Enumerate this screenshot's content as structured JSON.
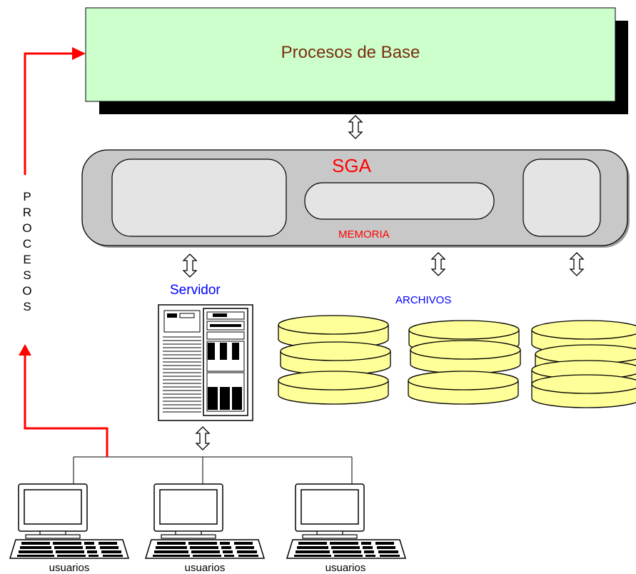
{
  "labels": {
    "procesos_de_base": "Procesos de Base",
    "sga": "SGA",
    "memoria": "MEMORIA",
    "servidor": "Servidor",
    "archivos": "ARCHIVOS",
    "procesos_vertical": "PROCESOS",
    "users": [
      "usuarios",
      "usuarios",
      "usuarios"
    ]
  },
  "colors": {
    "procesos_box_fill": "#ccffcc",
    "procesos_text": "#7a2e0e",
    "sga_fill": "#c8c8c8",
    "sga_text": "#ff0000",
    "memoria_text": "#ff0000",
    "servidor_text": "#0000ff",
    "archivos_text": "#0000ff",
    "disk_fill": "#ffff99",
    "arrow_red": "#ff0000",
    "shadow": "#000000"
  },
  "icons": [
    "double-arrow-icon",
    "server-icon",
    "disk-icon",
    "computer-icon",
    "red-arrow-icon"
  ]
}
